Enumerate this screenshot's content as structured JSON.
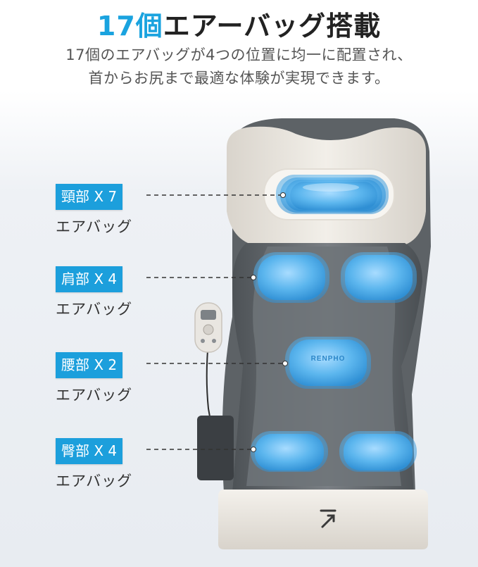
{
  "header": {
    "title_accent": "17個",
    "title_rest": "エアーバッグ搭載",
    "desc_line1": "17個のエアバッグが4つの位置に均一に配置され、",
    "desc_line2": "首からお尻まで最適な体験が実現できます。"
  },
  "callouts": [
    {
      "tag": "頸部 X 7",
      "sub": "エアバッグ"
    },
    {
      "tag": "肩部 X 4",
      "sub": "エアバッグ"
    },
    {
      "tag": "腰部 X 2",
      "sub": "エアバッグ"
    },
    {
      "tag": "臀部 X 4",
      "sub": "エアバッグ"
    }
  ],
  "product": {
    "brand_mark": "RENPHO",
    "colors": {
      "accent": "#1c9fdc",
      "cushion_frame": "#ece7df",
      "cushion_fabric": "#6e7378",
      "airbag": "#5cb6ee"
    }
  }
}
